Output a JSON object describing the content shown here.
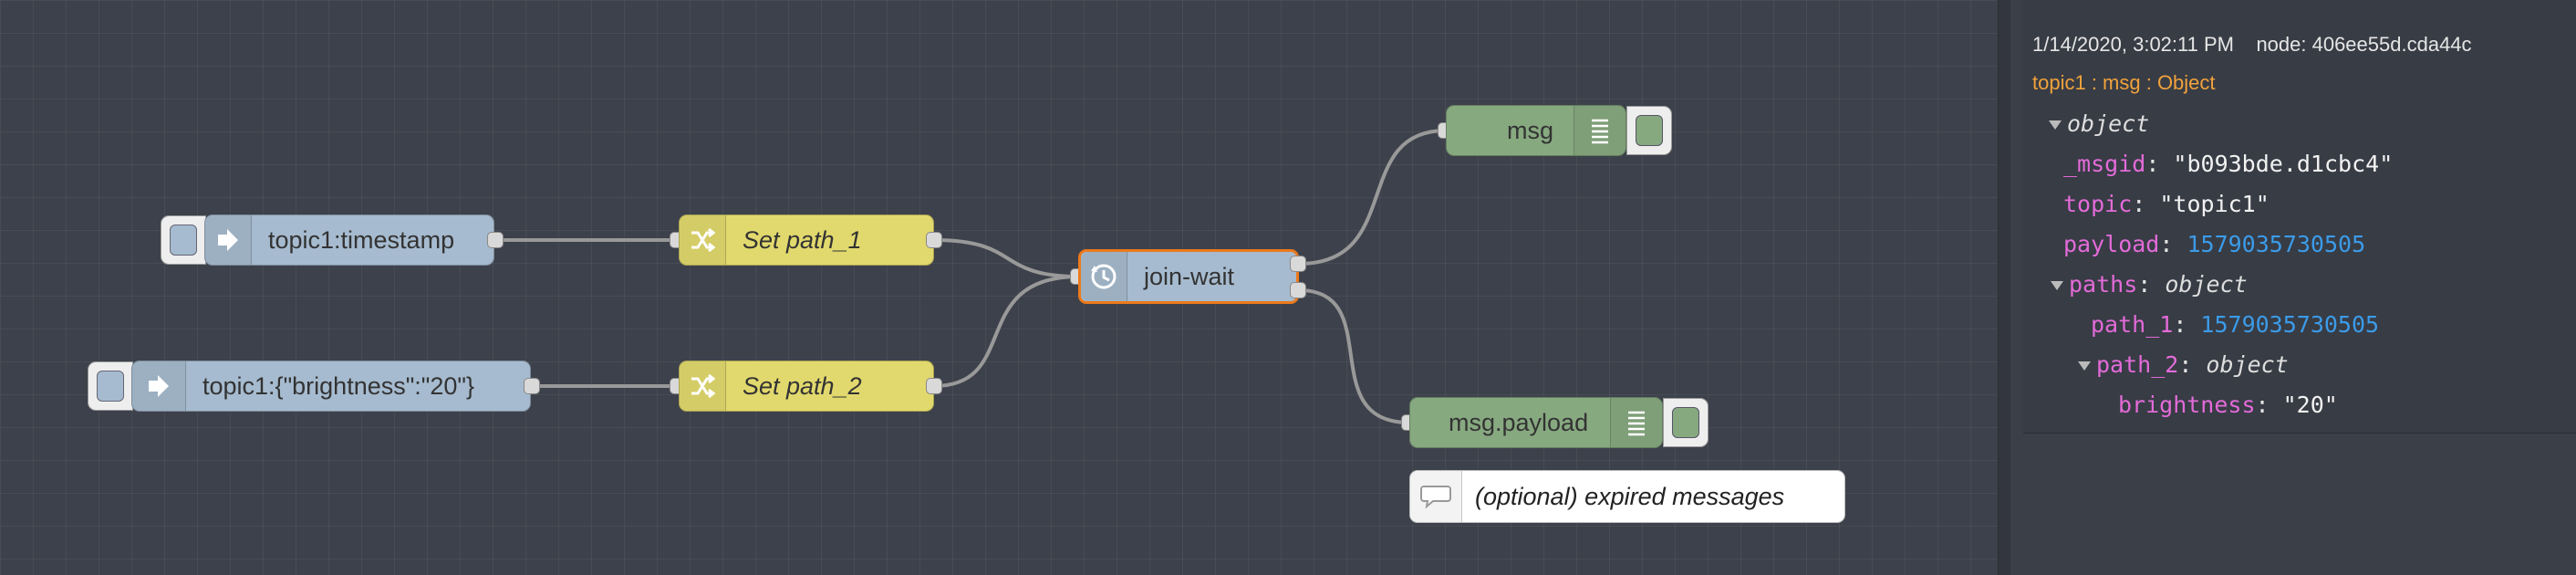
{
  "flow": {
    "nodes": {
      "inject1": {
        "label": "topic1:timestamp",
        "icon": "arrow-in-icon"
      },
      "inject2": {
        "label": "topic1:{\"brightness\":\"20\"}",
        "icon": "arrow-in-icon"
      },
      "change1": {
        "label": "Set path_1",
        "icon": "shuffle-icon"
      },
      "change2": {
        "label": "Set path_2",
        "icon": "shuffle-icon"
      },
      "join": {
        "label": "join-wait",
        "icon": "clock-icon"
      },
      "debug1": {
        "label": "msg",
        "icon": "list-icon"
      },
      "debug2": {
        "label": "msg.payload",
        "icon": "list-icon"
      },
      "comment": {
        "label": "(optional) expired messages",
        "icon": "speech-bubble-icon"
      }
    },
    "colors": {
      "inject": "#a6bbcf",
      "change": "#e2d96e",
      "debug": "#87a980",
      "selected_outline": "#ec7a1c",
      "wire": "#999999"
    }
  },
  "debug": {
    "timestamp": "1/14/2020, 3:02:11 PM",
    "node": "node: 406ee55d.cda44c",
    "topic_line": "topic1 : msg : Object",
    "tree": {
      "root": "object",
      "msgid_key": "_msgid",
      "msgid_val": "\"b093bde.d1cbc4\"",
      "topic_key": "topic",
      "topic_val": "\"topic1\"",
      "payload_key": "payload",
      "payload_val": "1579035730505",
      "paths_key": "paths",
      "paths_type": "object",
      "path1_key": "path_1",
      "path1_val": "1579035730505",
      "path2_key": "path_2",
      "path2_type": "object",
      "brightness_key": "brightness",
      "brightness_val": "\"20\""
    }
  }
}
